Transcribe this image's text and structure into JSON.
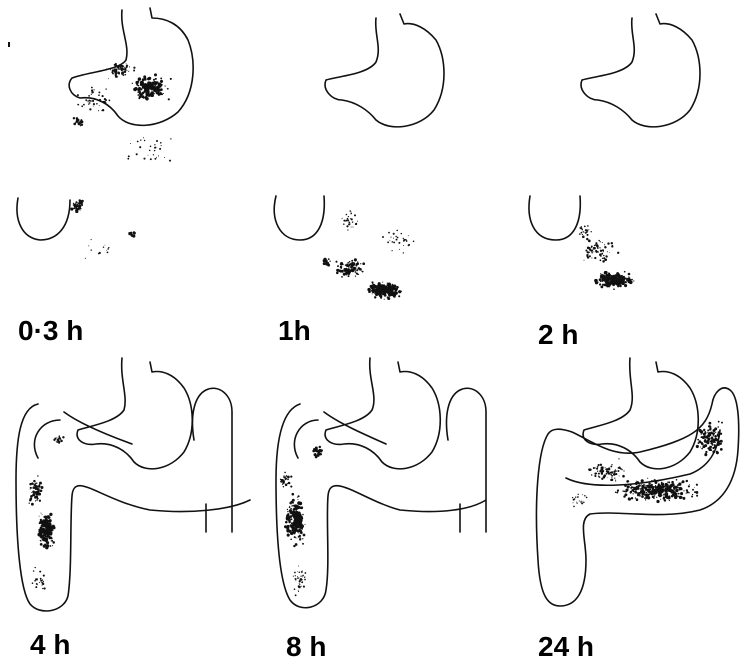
{
  "figure": {
    "panels": [
      {
        "label": "0·3 h",
        "anatomy": "stomach-duodenum"
      },
      {
        "label": "1h",
        "anatomy": "stomach-duodenum"
      },
      {
        "label": "2 h",
        "anatomy": "stomach-duodenum"
      },
      {
        "label": "4 h",
        "anatomy": "stomach-colon"
      },
      {
        "label": "8 h",
        "anatomy": "stomach-colon"
      },
      {
        "label": "24 h",
        "anatomy": "stomach-colon"
      }
    ]
  },
  "colors": {
    "ink": "#111111",
    "background": "#ffffff"
  }
}
